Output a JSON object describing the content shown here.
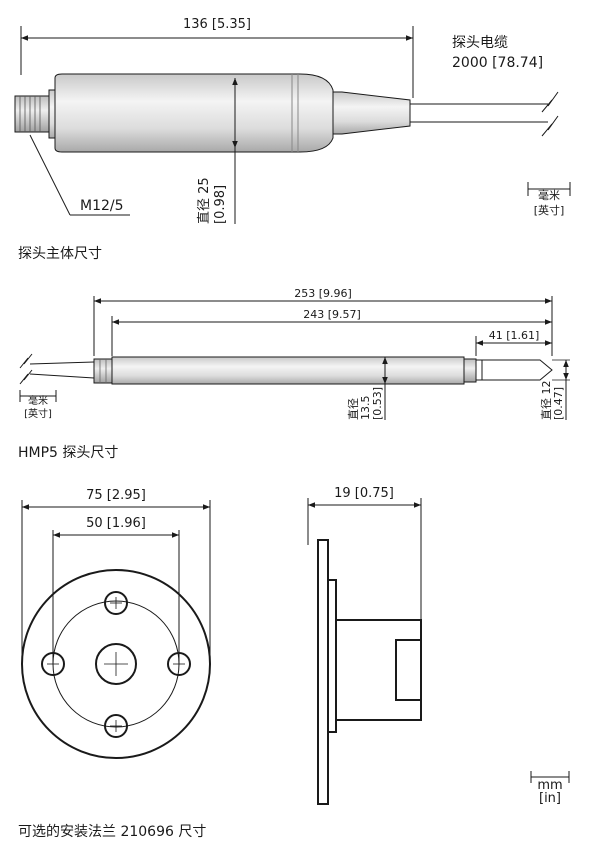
{
  "cable": {
    "label": "探头电缆",
    "length": "2000 [78.74]"
  },
  "probe_body": {
    "length": "136 [5.35]",
    "diameter_label": "直径 25",
    "diameter_in": "[0.98]",
    "connector": "M12/5",
    "caption": "探头主体尺寸"
  },
  "units_cn": {
    "mm": "毫米",
    "in": "[英寸]"
  },
  "hmp5": {
    "total_length": "253 [9.96]",
    "tube_length": "243 [9.57]",
    "tip_length": "41 [1.61]",
    "diameter_label": "直径",
    "diameter_mm": "13.5",
    "diameter_in": "[0.53]",
    "tip_diameter_label": "直径 12",
    "tip_diameter_in": "[0.47]",
    "caption": "HMP5 探头尺寸"
  },
  "flange": {
    "outer_diameter": "75 [2.95]",
    "hole_spacing": "50 [1.96]",
    "depth": "19 [0.75]",
    "caption": "可选的安装法兰 210696 尺寸"
  },
  "units_en": {
    "mm": "mm",
    "in": "[in]"
  }
}
